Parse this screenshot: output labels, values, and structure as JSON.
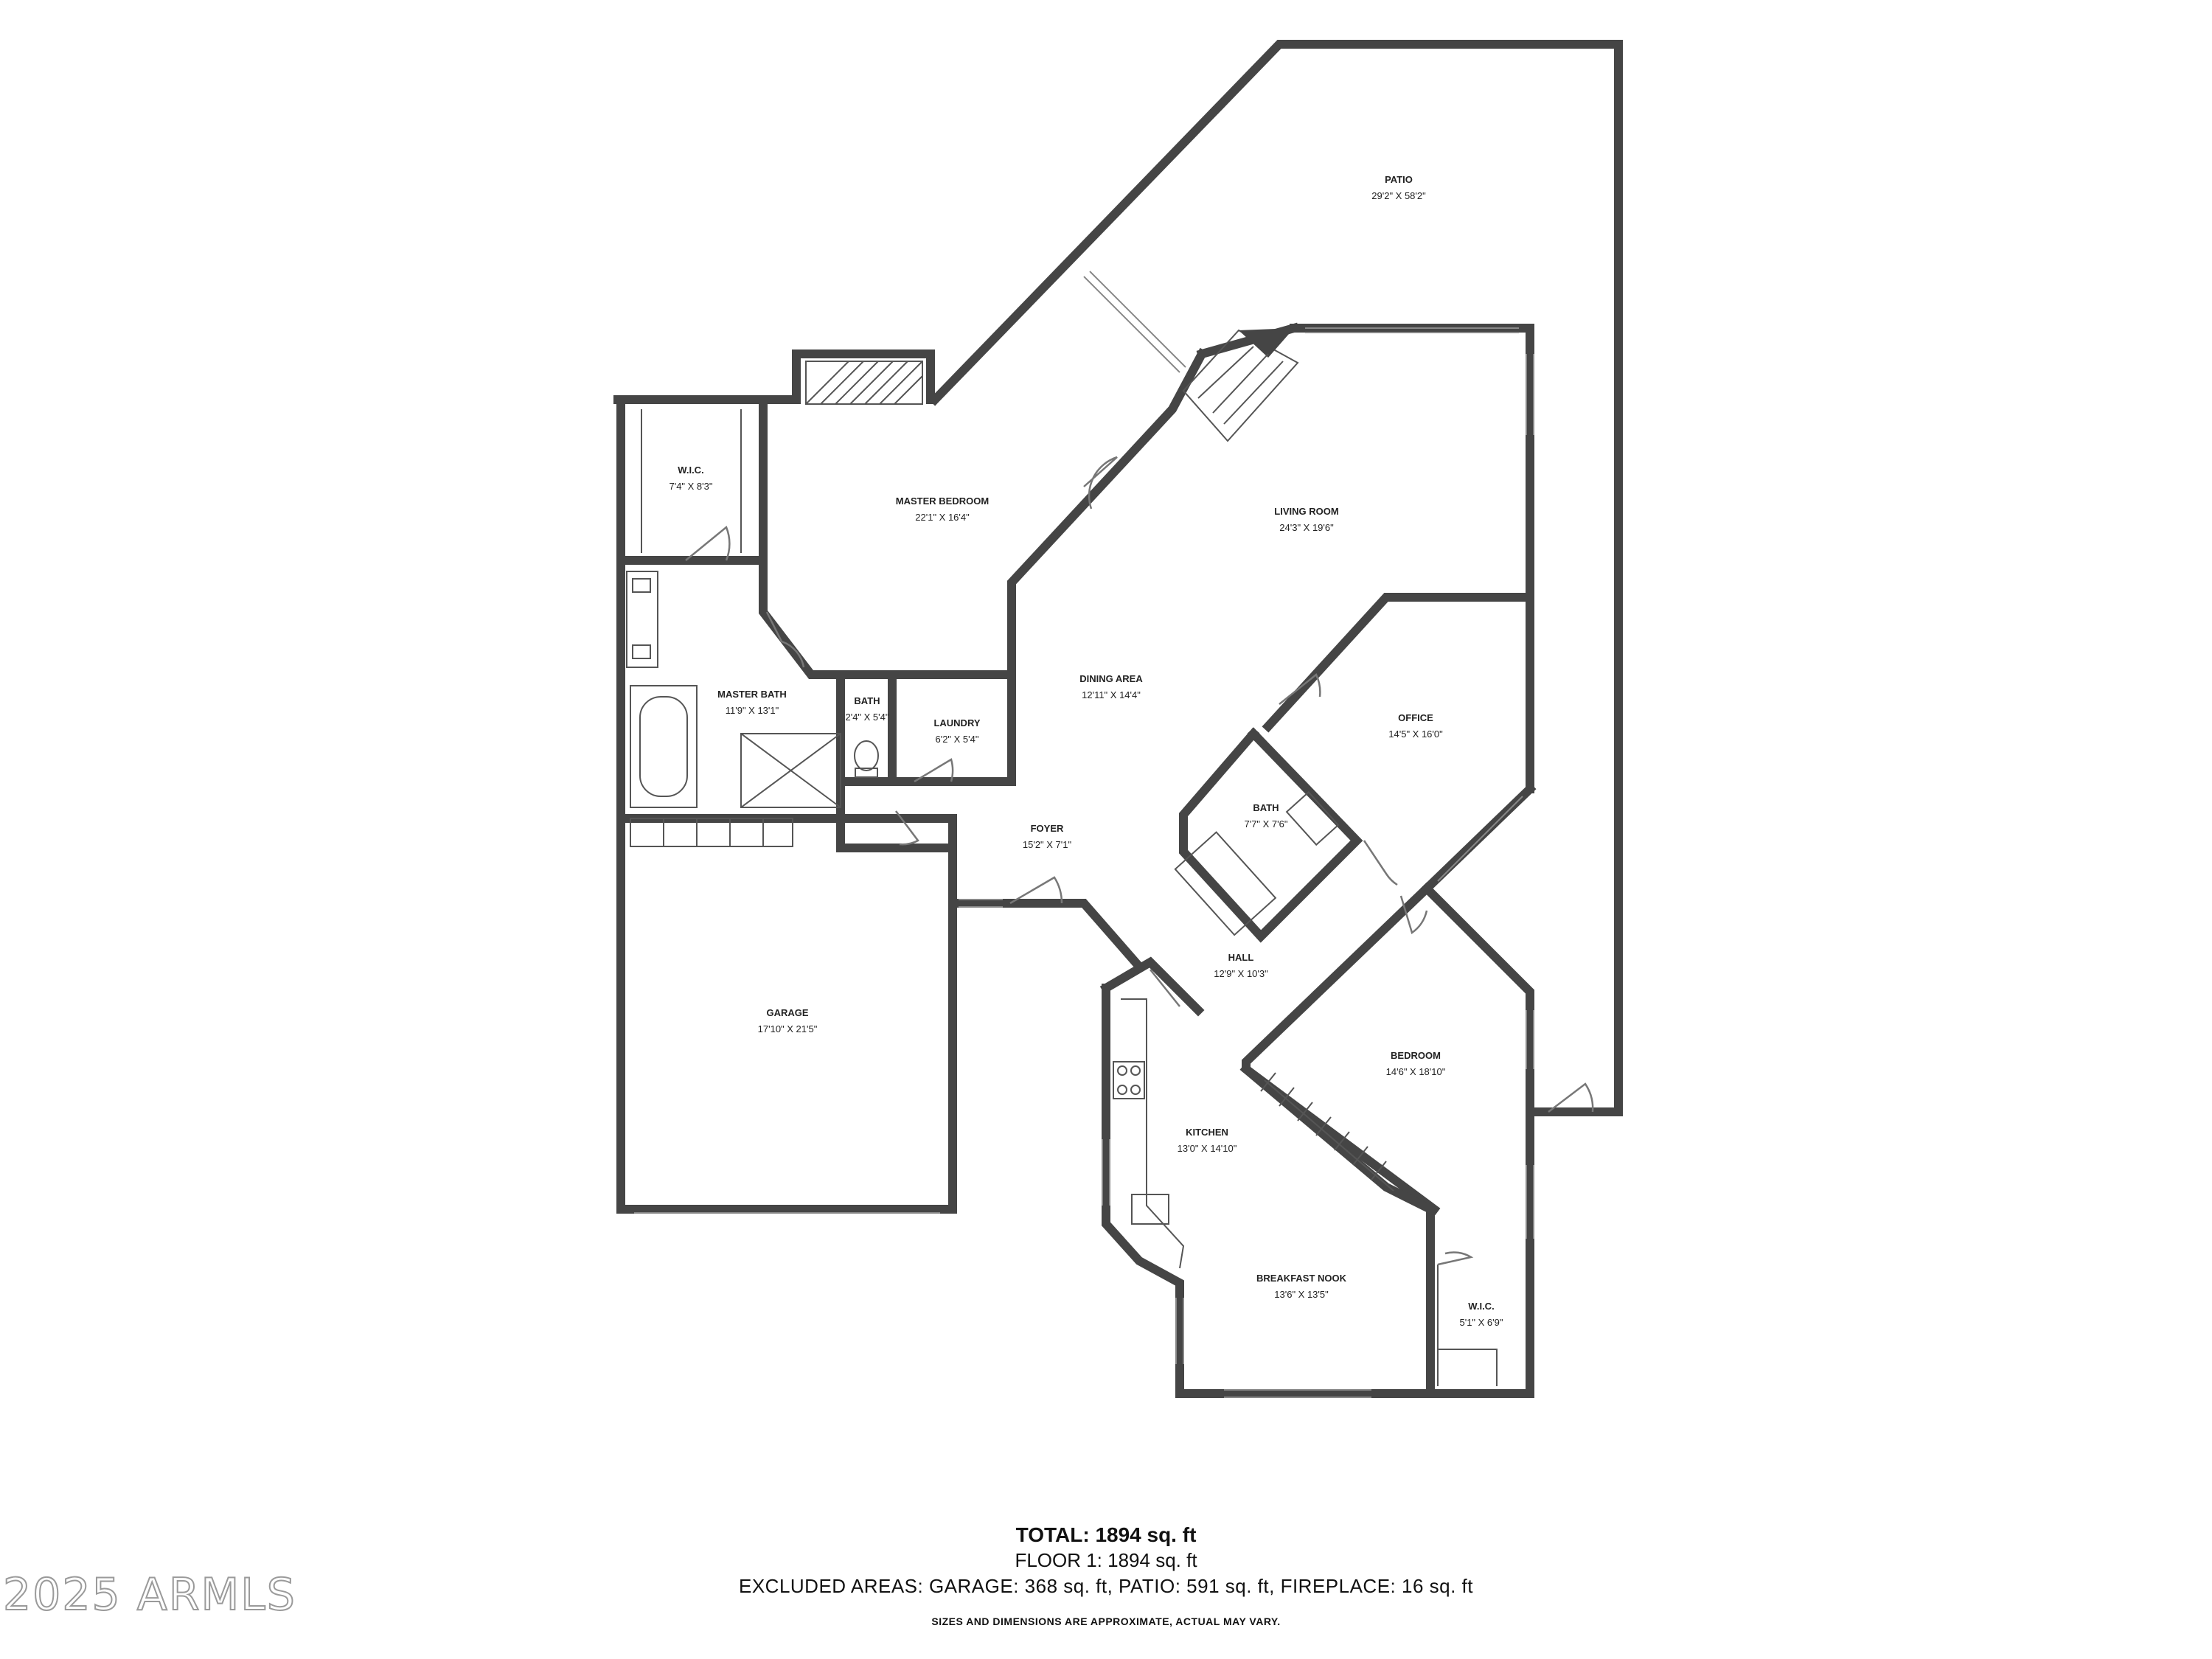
{
  "rooms": {
    "patio": {
      "name": "PATIO",
      "dim": "29'2\" X 58'2\""
    },
    "wic_master": {
      "name": "W.I.C.",
      "dim": "7'4\" X 8'3\""
    },
    "master_bedroom": {
      "name": "MASTER BEDROOM",
      "dim": "22'1\" X 16'4\""
    },
    "living_room": {
      "name": "LIVING ROOM",
      "dim": "24'3\" X 19'6\""
    },
    "dining_area": {
      "name": "DINING AREA",
      "dim": "12'11\" X 14'4\""
    },
    "master_bath": {
      "name": "MASTER BATH",
      "dim": "11'9\" X 13'1\""
    },
    "bath_small": {
      "name": "BATH",
      "dim": "2'4\" X 5'4\""
    },
    "laundry": {
      "name": "LAUNDRY",
      "dim": "6'2\" X 5'4\""
    },
    "office": {
      "name": "OFFICE",
      "dim": "14'5\" X 16'0\""
    },
    "foyer": {
      "name": "FOYER",
      "dim": "15'2\" X 7'1\""
    },
    "bath2": {
      "name": "BATH",
      "dim": "7'7\" X 7'6\""
    },
    "hall": {
      "name": "HALL",
      "dim": "12'9\" X 10'3\""
    },
    "garage": {
      "name": "GARAGE",
      "dim": "17'10\" X 21'5\""
    },
    "bedroom": {
      "name": "BEDROOM",
      "dim": "14'6\" X 18'10\""
    },
    "kitchen": {
      "name": "KITCHEN",
      "dim": "13'0\" X 14'10\""
    },
    "breakfast_nook": {
      "name": "BREAKFAST NOOK",
      "dim": "13'6\" X 13'5\""
    },
    "wic_bedroom": {
      "name": "W.I.C.",
      "dim": "5'1\" X 6'9\""
    }
  },
  "footer": {
    "total": "TOTAL: 1894 sq. ft",
    "floor": "FLOOR 1: 1894 sq. ft",
    "excluded": "EXCLUDED AREAS: GARAGE: 368 sq. ft, PATIO: 591 sq. ft, FIREPLACE: 16 sq. ft",
    "note": "SIZES AND DIMENSIONS ARE APPROXIMATE, ACTUAL MAY VARY."
  },
  "copyright": "2025 ARMLS",
  "colors": {
    "wall": "#454545",
    "background": "#ffffff"
  }
}
